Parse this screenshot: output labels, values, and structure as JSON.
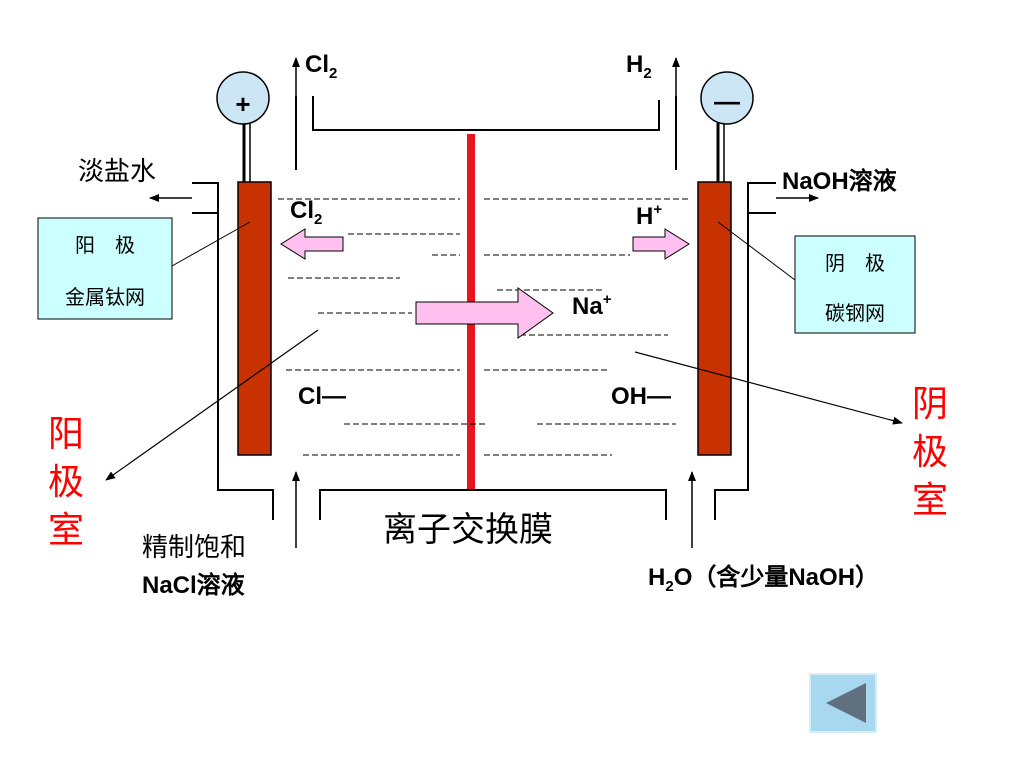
{
  "colors": {
    "electrode": "#c83200",
    "membrane": "#e8141e",
    "label_box": "#ccffff",
    "red_text": "#ff0000",
    "arrow_fill": "#ffc0f0",
    "nav_bg": "#a8d8f0",
    "nav_triangle": "#607080"
  },
  "terminals": {
    "anode_sign": "+",
    "cathode_sign": "—"
  },
  "gases": {
    "cl2_top": {
      "main": "Cl",
      "sub": "2"
    },
    "h2_top": {
      "main": "H",
      "sub": "2"
    }
  },
  "streams": {
    "dilute_brine": "淡盐水",
    "naoh_solution": "NaOH溶液",
    "inlet_left_line1": "精制饱和",
    "inlet_left_line2": "NaCl溶液",
    "inlet_right": {
      "h": "H",
      "sub": "2",
      "rest": "O（含少量NaOH）"
    }
  },
  "electrodes": {
    "anode_label_title": "阳　极",
    "anode_label_material": "金属钛网",
    "cathode_label_title": "阴　极",
    "cathode_label_material": "碳钢网"
  },
  "ions": {
    "cl2_inner": {
      "main": "Cl",
      "sub": "2"
    },
    "h_plus": {
      "main": "H",
      "sup": "+"
    },
    "na_plus": {
      "main": "Na",
      "sup": "+"
    },
    "cl_minus": "Cl—",
    "oh_minus": "OH—"
  },
  "chambers": {
    "anode_chamber": [
      "阳",
      "极",
      "室"
    ],
    "cathode_chamber": [
      "阴",
      "极",
      "室"
    ]
  },
  "membrane_label": "离子交换膜",
  "nav": {
    "back_icon": "triangle-left-icon"
  }
}
